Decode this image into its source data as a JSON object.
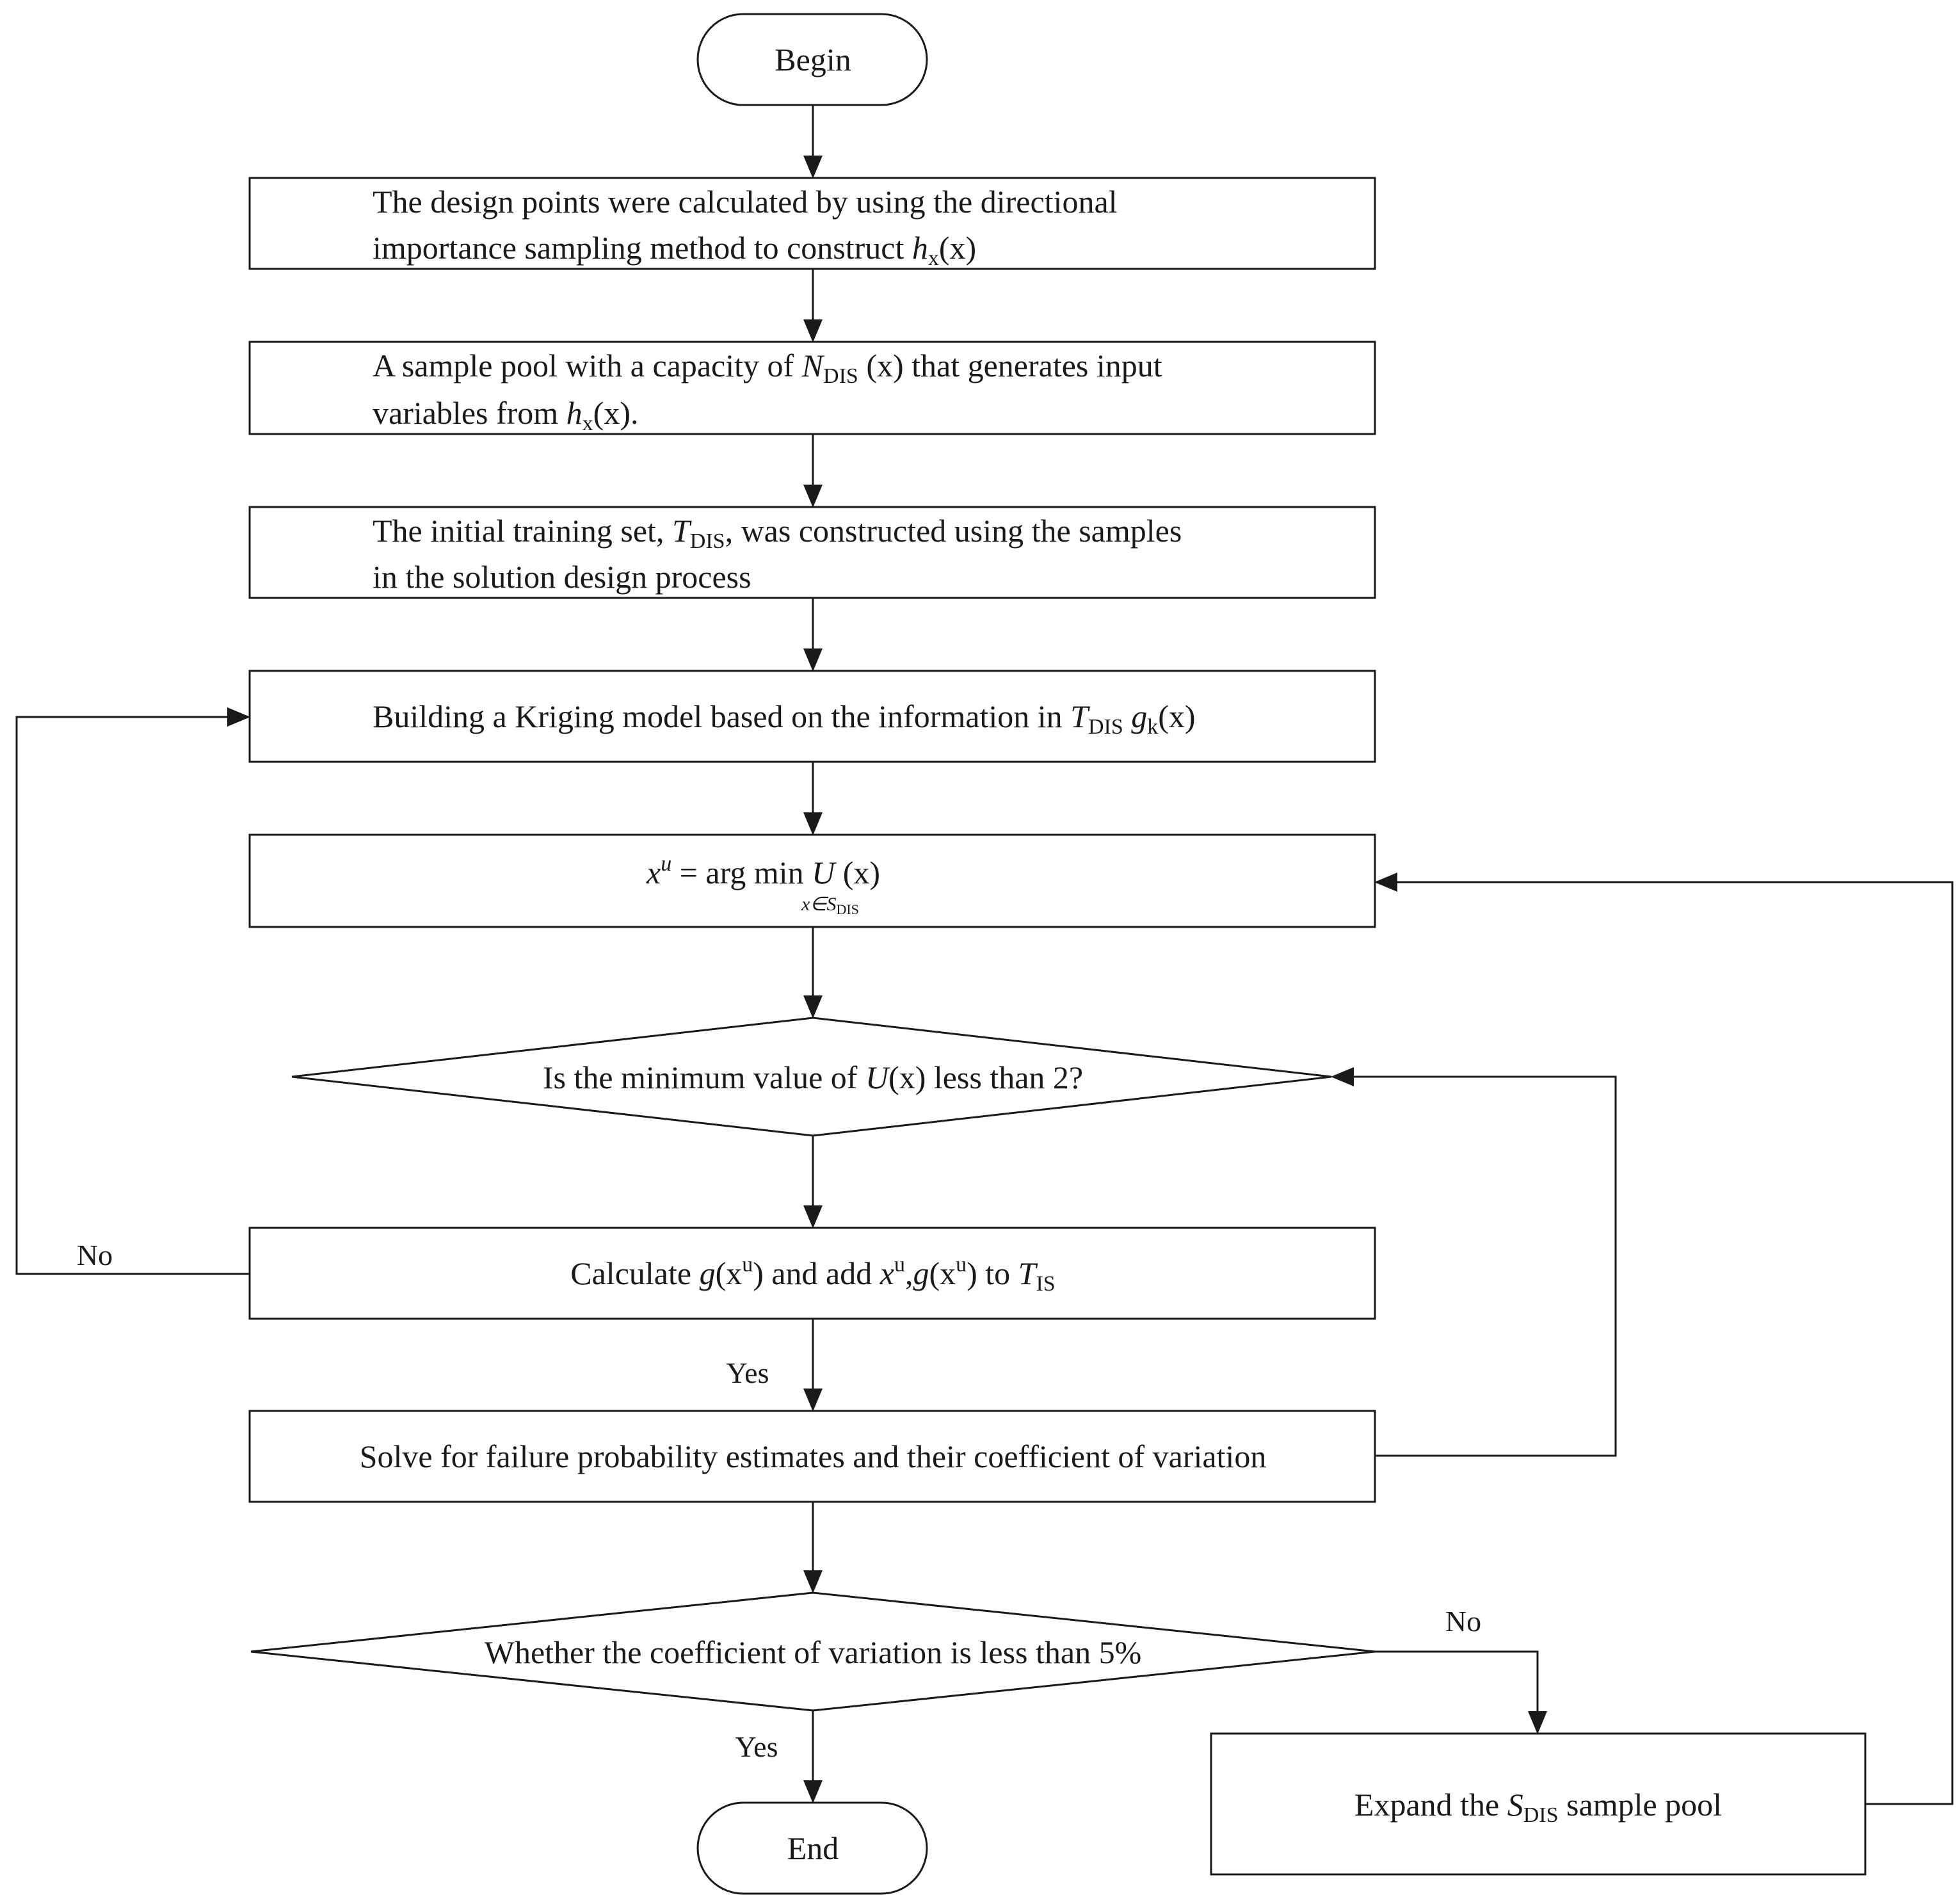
{
  "nodes": {
    "begin": "Begin",
    "step1": {
      "line1": "The design points were calculated by using the directional",
      "line2_prefix": "importance sampling method to construct ",
      "h": "h",
      "h_sub": "x",
      "line2_suffix": "(x)"
    },
    "step2": {
      "line1_prefix": "A sample pool with a capacity of ",
      "N": "N",
      "N_sub": "DIS",
      "line1_suffix": " (x) that generates input",
      "line2_prefix": "variables from ",
      "h": "h",
      "h_sub": "x",
      "line2_suffix": "(x)."
    },
    "step3": {
      "line1_prefix": "The initial training set, ",
      "T": "T",
      "T_sub": "DIS",
      "line1_suffix": ", was constructed using the samples",
      "line2": "in the solution design process"
    },
    "step4": {
      "prefix": "Building a Kriging model based on the information in ",
      "T": "T",
      "T_sub": "DIS",
      "space": " ",
      "g": "g",
      "g_sub": "k",
      "suffix": "(x)"
    },
    "step5": {
      "x": "x",
      "x_sup": "u",
      "eq": " = arg min ",
      "U": "U",
      "arg": " (x)",
      "under": "x∈S",
      "under_sub": "DIS"
    },
    "decision1": {
      "prefix": "Is the minimum value of ",
      "U": "U",
      "suffix": "(x) less than 2?"
    },
    "step6": {
      "t1": "Calculate ",
      "g1": "g",
      "t2": "(x",
      "u1": "u",
      "t3": ") and add ",
      "x": "x",
      "u2": "u",
      "t4": ",",
      "g2": "g",
      "t5": "(x",
      "u3": "u",
      "t6": ") to ",
      "T": "T",
      "T_sub": "IS"
    },
    "step7": "Solve for failure probability estimates and their coefficient of variation",
    "decision2": "Whether the coefficient of variation is less than 5%",
    "expand": {
      "prefix": "Expand the ",
      "S": "S",
      "S_sub": "DIS",
      "suffix": " sample pool"
    },
    "end": "End"
  },
  "edge_labels": {
    "no_left": "No",
    "yes_mid": "Yes",
    "no_right": "No",
    "yes_bottom": "Yes"
  }
}
